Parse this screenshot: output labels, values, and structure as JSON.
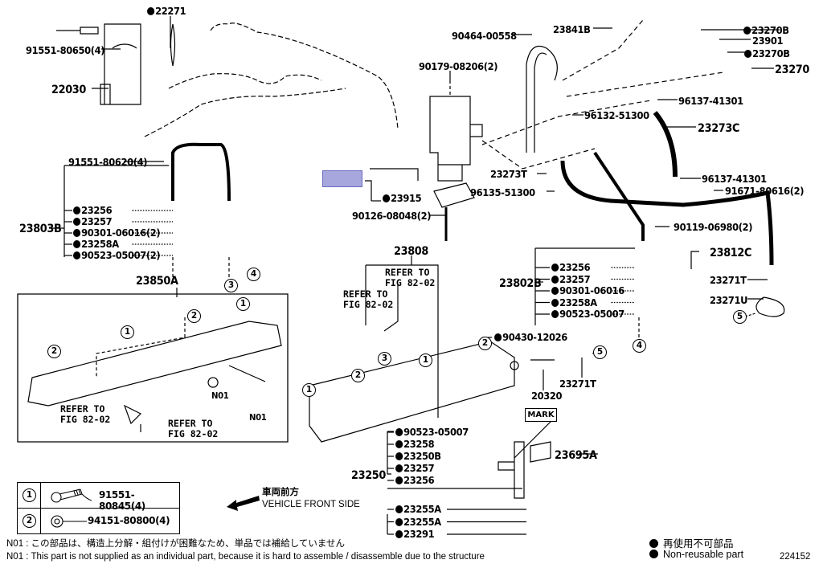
{
  "diagram": {
    "figure_id": "224152",
    "highlight_color": "#a7a7dd",
    "parts": {
      "p22271": "22271",
      "p91551_80650": "91551-80650(4)",
      "p22030": "22030",
      "p90464_00558": "90464-00558",
      "p23841B": "23841B",
      "p23270B_a": "23270B",
      "p23901": "23901",
      "p23270B_b": "23270B",
      "p23270": "23270",
      "p90179_08206": "90179-08206(2)",
      "p96137_41301_a": "96137-41301",
      "p96132_51300": "96132-51300",
      "p23273C": "23273C",
      "p23273T": "23273T",
      "p96137_41301_b": "96137-41301",
      "p96135_51300": "96135-51300",
      "p91671_80616": "91671-80616(2)",
      "p23915": "23915",
      "p90126_08048": "90126-08048(2)",
      "p90119_06980": "90119-06980(2)",
      "p91551_80620": "91551-80620(4)",
      "p23803B": "23803B",
      "p23808": "23808",
      "p23812C": "23812C",
      "p23802B": "23802B",
      "p23271T_a": "23271T",
      "p23271U": "23271U",
      "p23850A": "23850A",
      "p90430_12026": "90430-12026",
      "p23271T_b": "23271T",
      "p20320": "20320",
      "p23695A": "23695A",
      "p23250": "23250",
      "n01_a": "N01",
      "n01_b": "N01"
    },
    "group_23803B": [
      "23256",
      "23257",
      "90301-06016(2)",
      "23258A",
      "90523-05007(2)"
    ],
    "group_23802B": [
      "23256",
      "23257",
      "90301-06016",
      "23258A",
      "90523-05007"
    ],
    "group_23250_top": [
      "90523-05007",
      "23258",
      "23250B",
      "23257",
      "23256"
    ],
    "group_23250_bottom": [
      "23255A",
      "23255A",
      "23291"
    ],
    "refer_to": "REFER TO\nFIG 82-02",
    "mark_label": "MARK",
    "callouts": {
      "c1": "1",
      "c2": "2",
      "c3": "3",
      "c4": "4",
      "c5": "5"
    },
    "kit_table": [
      {
        "index": "1",
        "part": "91551-80845(4)"
      },
      {
        "index": "2",
        "part": "94151-80800(4)"
      }
    ],
    "direction": {
      "jp": "車両前方",
      "en": "VEHICLE FRONT SIDE"
    },
    "notes": {
      "n01_jp": "N01 : この部品は、構造上分解・組付けが困難なため、単品では補給していません",
      "n01_en": "N01 : This part is not supplied as an individual part, because it is hard to assemble / disassemble due to the structure"
    },
    "legend": {
      "jp": "再使用不可部品",
      "en": "Non-reusable part"
    }
  }
}
